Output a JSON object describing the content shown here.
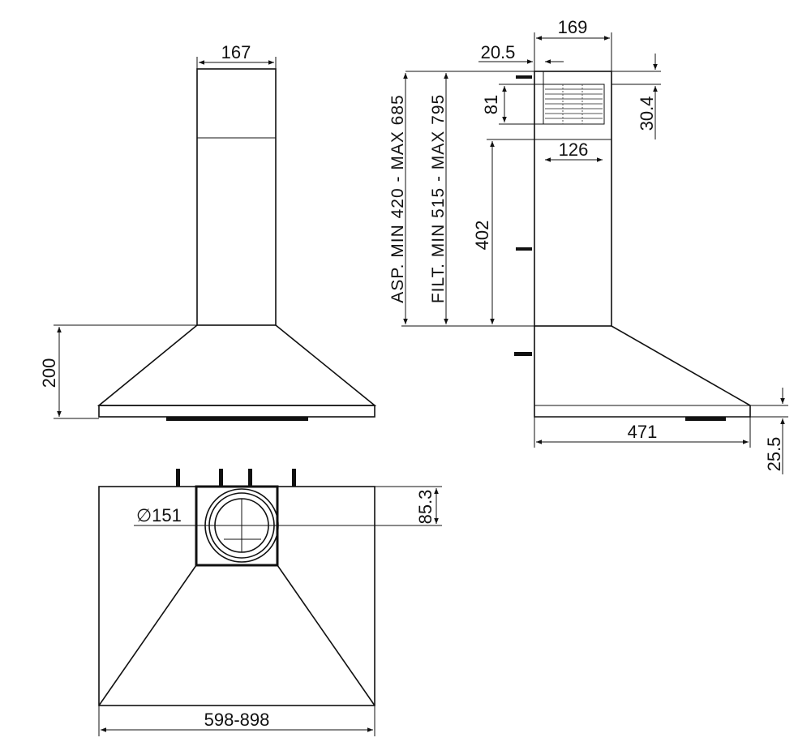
{
  "front_view": {
    "chimney_width": "167",
    "hood_height": "200"
  },
  "side_view": {
    "chimney_depth": "169",
    "wall_offset": "20.5",
    "grille_height": "81",
    "top_offset": "30.4",
    "grille_width": "126",
    "bracket_distance": "402",
    "depth": "471",
    "base_thickness": "25.5",
    "asp_range": "ASP. MIN 420 - MAX 685",
    "filt_range": "FILT. MIN 515 - MAX 795"
  },
  "top_view": {
    "outlet_diameter": "∅151",
    "outlet_offset": "85.3",
    "width_range": "598-898"
  },
  "colors": {
    "line": "#111111",
    "background": "#ffffff"
  }
}
